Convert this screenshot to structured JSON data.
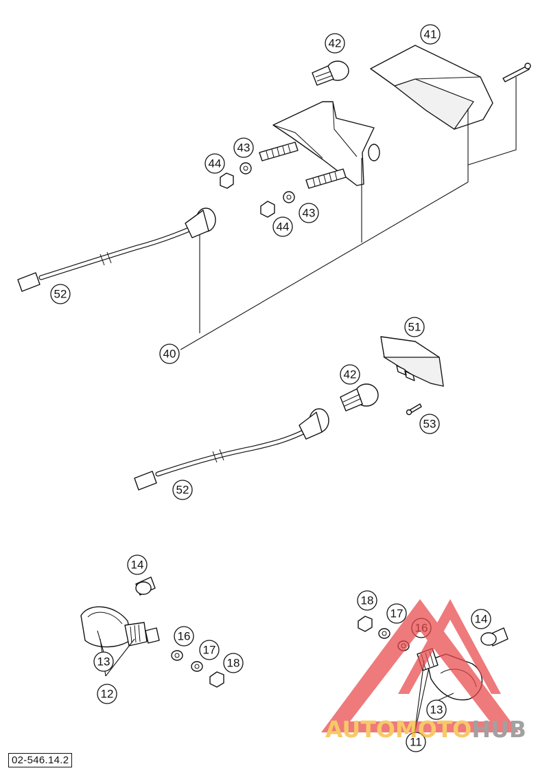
{
  "diagram": {
    "drawing_number": "02-546.14.2",
    "callouts": [
      {
        "id": "c-42-top",
        "label": "42"
      },
      {
        "id": "c-41",
        "label": "41"
      },
      {
        "id": "c-43-a",
        "label": "43"
      },
      {
        "id": "c-44-a",
        "label": "44"
      },
      {
        "id": "c-43-b",
        "label": "43"
      },
      {
        "id": "c-44-b",
        "label": "44"
      },
      {
        "id": "c-52-top",
        "label": "52"
      },
      {
        "id": "c-40",
        "label": "40"
      },
      {
        "id": "c-51",
        "label": "51"
      },
      {
        "id": "c-42-mid",
        "label": "42"
      },
      {
        "id": "c-53",
        "label": "53"
      },
      {
        "id": "c-52-mid",
        "label": "52"
      },
      {
        "id": "c-14-left",
        "label": "14"
      },
      {
        "id": "c-13-left",
        "label": "13"
      },
      {
        "id": "c-12",
        "label": "12"
      },
      {
        "id": "c-16-left",
        "label": "16"
      },
      {
        "id": "c-17-left",
        "label": "17"
      },
      {
        "id": "c-18-left",
        "label": "18"
      },
      {
        "id": "c-18-right",
        "label": "18"
      },
      {
        "id": "c-17-right",
        "label": "17"
      },
      {
        "id": "c-16-right",
        "label": "16"
      },
      {
        "id": "c-14-right",
        "label": "14"
      },
      {
        "id": "c-13-right",
        "label": "13"
      },
      {
        "id": "c-11",
        "label": "11"
      }
    ]
  },
  "watermark": {
    "text_part1": "AUTOMOTO",
    "text_part2": "HUB",
    "color_part1": "#f5b52e",
    "color_part2": "#7d7d7d",
    "triangle_color": "#e8474a"
  }
}
